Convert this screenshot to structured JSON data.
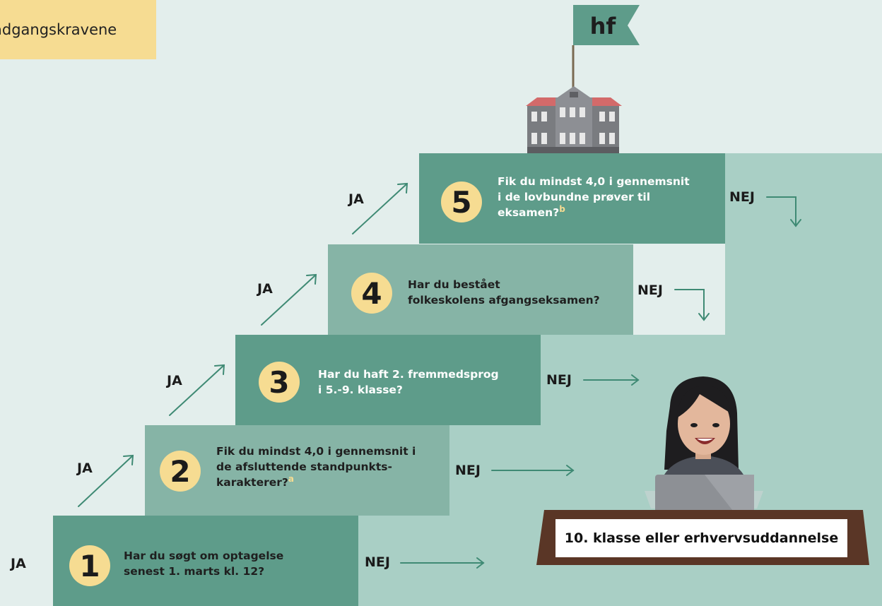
{
  "header": {
    "title": "adgangskravene"
  },
  "flag_label": "hf",
  "steps": [
    {
      "number": "1",
      "question_lines": [
        "Har du søgt om optagelse",
        "senest 1. marts kl. 12?"
      ],
      "footnote": "",
      "yes": "JA",
      "no": "NEJ"
    },
    {
      "number": "2",
      "question_lines": [
        "Fik du mindst 4,0 i gennemsnit i",
        "de afsluttende standpunkts-",
        "karakterer?"
      ],
      "footnote": "a",
      "yes": "JA",
      "no": "NEJ"
    },
    {
      "number": "3",
      "question_lines": [
        "Har du haft 2. fremmedsprog",
        "i  5.-9. klasse?"
      ],
      "footnote": "",
      "yes": "JA",
      "no": "NEJ"
    },
    {
      "number": "4",
      "question_lines": [
        "Har du bestået",
        "folkeskolens afgangseksamen?"
      ],
      "footnote": "",
      "yes": "JA",
      "no": "NEJ"
    },
    {
      "number": "5",
      "question_lines": [
        "Fik du mindst 4,0 i gennemsnit",
        "i de lovbundne prøver til",
        "eksamen?"
      ],
      "footnote": "b",
      "yes": "JA",
      "no": "NEJ"
    }
  ],
  "result": {
    "label": "10. klasse eller erhvervsuddannelse"
  },
  "colors": {
    "step_dark": "#5e9c8a",
    "step_light": "#86b4a6",
    "number_circle": "#f6dc92",
    "arrow": "#3f8a74"
  }
}
